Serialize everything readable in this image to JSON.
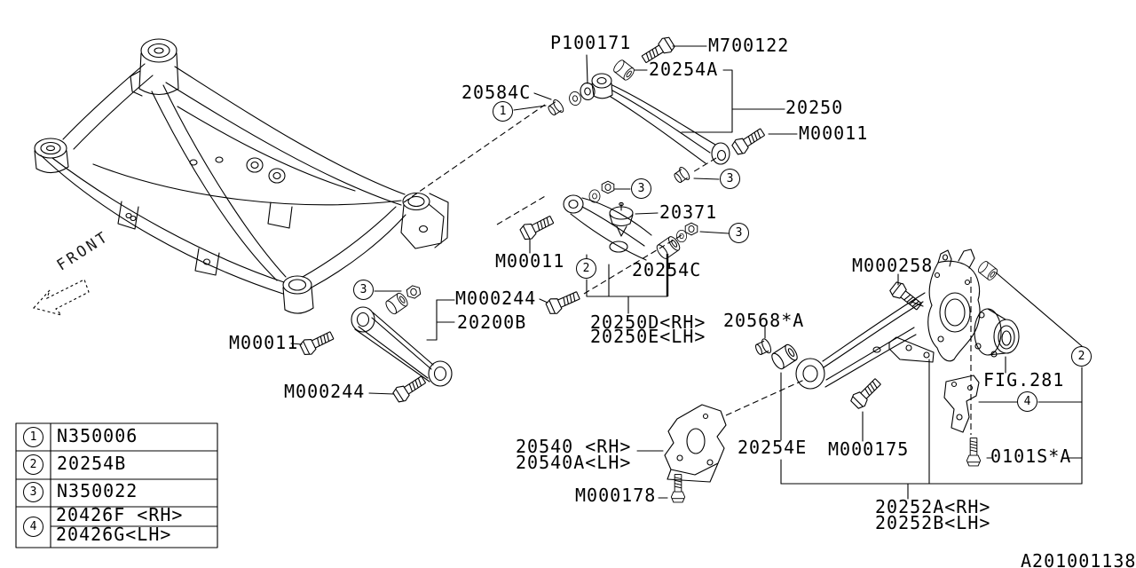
{
  "figure": {
    "code": "A201001138",
    "front_marker": "FRONT"
  },
  "callout_numbers": {
    "one": "1",
    "two": "2",
    "three": "3",
    "four": "4"
  },
  "part_labels": {
    "p100171": "P100171",
    "m700122": "M700122",
    "n20254a": "20254A",
    "n20250": "20250",
    "m00011": "M00011",
    "n20584c": "20584C",
    "n20371": "20371",
    "n20254c": "20254C",
    "m000244": "M000244",
    "n20200b": "20200B",
    "n20250d_rh": "20250D<RH>",
    "n20250e_lh": "20250E<LH>",
    "n20568a": "20568*A",
    "m000258": "M000258",
    "fig_ref": "FIG.281",
    "n20254e": "20254E",
    "m000175": "M000175",
    "n0101s_a": "0101S*A",
    "n20540_rh": "20540 <RH>",
    "n20540a_lh": "20540A<LH>",
    "m000178": "M000178",
    "n20252a_rh": "20252A<RH>",
    "n20252b_lh": "20252B<LH>"
  },
  "legend": {
    "rows": [
      {
        "num": "1",
        "part": "N350006"
      },
      {
        "num": "2",
        "part": "20254B"
      },
      {
        "num": "3",
        "part": "N350022"
      },
      {
        "num": "4",
        "part_rh": "20426F <RH>",
        "part_lh": "20426G<LH>"
      }
    ]
  }
}
